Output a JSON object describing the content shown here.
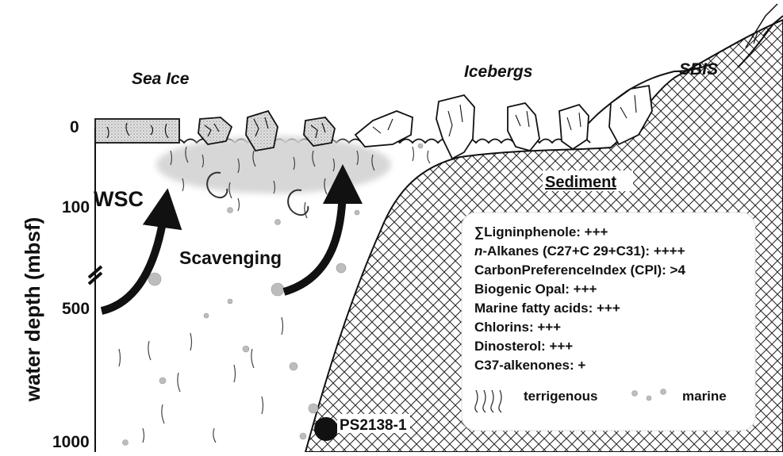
{
  "figure": {
    "labels": {
      "sea_ice": "Sea Ice",
      "icebergs": "Icebergs",
      "sbis": "SBIS",
      "wsc": "WSC",
      "scavenging": "Scavenging",
      "sediment": "Sediment",
      "core": "PS2138-1"
    },
    "y_axis": {
      "label": "water depth (mbsf)",
      "ticks": [
        "0",
        "100",
        "500",
        "1000"
      ]
    },
    "legend": {
      "lines": [
        {
          "pre": "∑",
          "italic": "",
          "text": "Ligninphenole: +++"
        },
        {
          "pre": "",
          "italic": "n",
          "text": "-Alkanes (C27+C 29+C31): ++++"
        },
        {
          "pre": "",
          "italic": "",
          "text": "CarbonPreferenceIndex (CPI): >4"
        },
        {
          "pre": "",
          "italic": "",
          "text": "Biogenic Opal:  +++"
        },
        {
          "pre": "",
          "italic": "",
          "text": "Marine fatty acids: +++"
        },
        {
          "pre": "",
          "italic": "",
          "text": "Chlorins: +++"
        },
        {
          "pre": "",
          "italic": "",
          "text": "Dinosterol: +++"
        },
        {
          "pre": "",
          "italic": "",
          "text": "C37-alkenones: +"
        }
      ],
      "key_terrigenous": "terrigenous",
      "key_marine": "marine"
    }
  }
}
